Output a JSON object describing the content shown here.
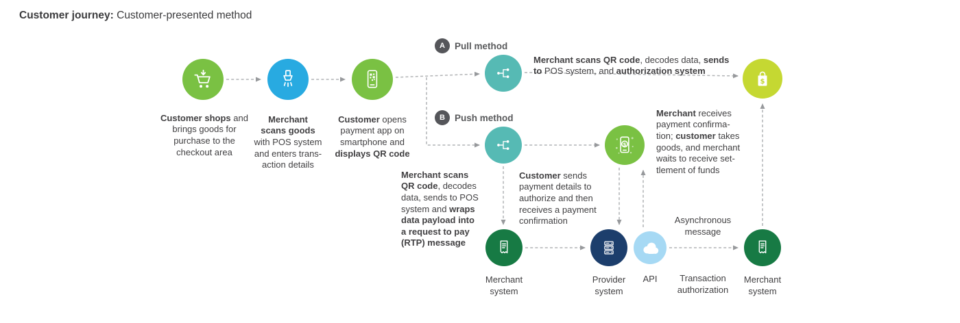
{
  "title": {
    "bold": "Customer journey:",
    "rest": " Customer-presented method"
  },
  "badges": {
    "a": "A",
    "b": "B"
  },
  "methods": {
    "pull": "Pull method",
    "push": "Push method"
  },
  "captions": {
    "shop": [
      "Customer shops",
      " and\nbrings goods for\npurchase to the\ncheckout area"
    ],
    "scan": [
      "Merchant\nscans goods",
      "\nwith POS system\nand enters trans-\naction details"
    ],
    "qr": [
      "Customer",
      " opens\npayment app on\nsmartphone and\n",
      "displays QR code"
    ],
    "pull_detail": [
      "Merchant scans QR code",
      ", decodes data, ",
      "sends\nto",
      " POS system, and ",
      "authorization system"
    ],
    "push_detail": [
      "Merchant scans\nQR code",
      ", decodes\ndata, sends to POS\nsystem and ",
      "wraps\ndata payload into\na request to pay\n(RTP) message"
    ],
    "customer_sends": [
      "Customer",
      " sends\npayment details to\nauthorize and then\nreceives a payment\nconfirmation"
    ],
    "merchant_receives": [
      "Merchant",
      " receives\npayment confirma-\ntion; ",
      "customer",
      " takes\ngoods, and merchant\nwaits to receive set-\ntlement of funds"
    ]
  },
  "labels": {
    "merchant_system_1": "Merchant\nsystem",
    "provider_system": "Provider\nsystem",
    "api": "API",
    "transaction_authorization": "Transaction\nauthorization",
    "asynchronous_message": "Asynchronous\nmessage",
    "merchant_system_2": "Merchant\nsystem"
  },
  "icons": {
    "shop_node": "cart-download-icon",
    "scan_node": "barcode-scanner-icon",
    "qr_node": "smartphone-qr-icon",
    "pull_node": "network-branch-icon",
    "push_node": "network-branch-icon",
    "pay_node": "smartphone-payment-icon",
    "bag_node": "shopping-bag-dollar-icon",
    "merchant_system": "receipt-icon",
    "provider_system": "server-stack-icon",
    "api_node": "cloud-icon"
  },
  "colors": {
    "green": "#7ac143",
    "blue": "#28aae1",
    "teal": "#56bab4",
    "lime": "#c5d832",
    "dark_green": "#177a44",
    "navy": "#1c3e6c",
    "light_blue": "#a6d9f4",
    "badge_gray": "#55565a",
    "line_gray": "#b1b3b5",
    "text": "#414042"
  }
}
